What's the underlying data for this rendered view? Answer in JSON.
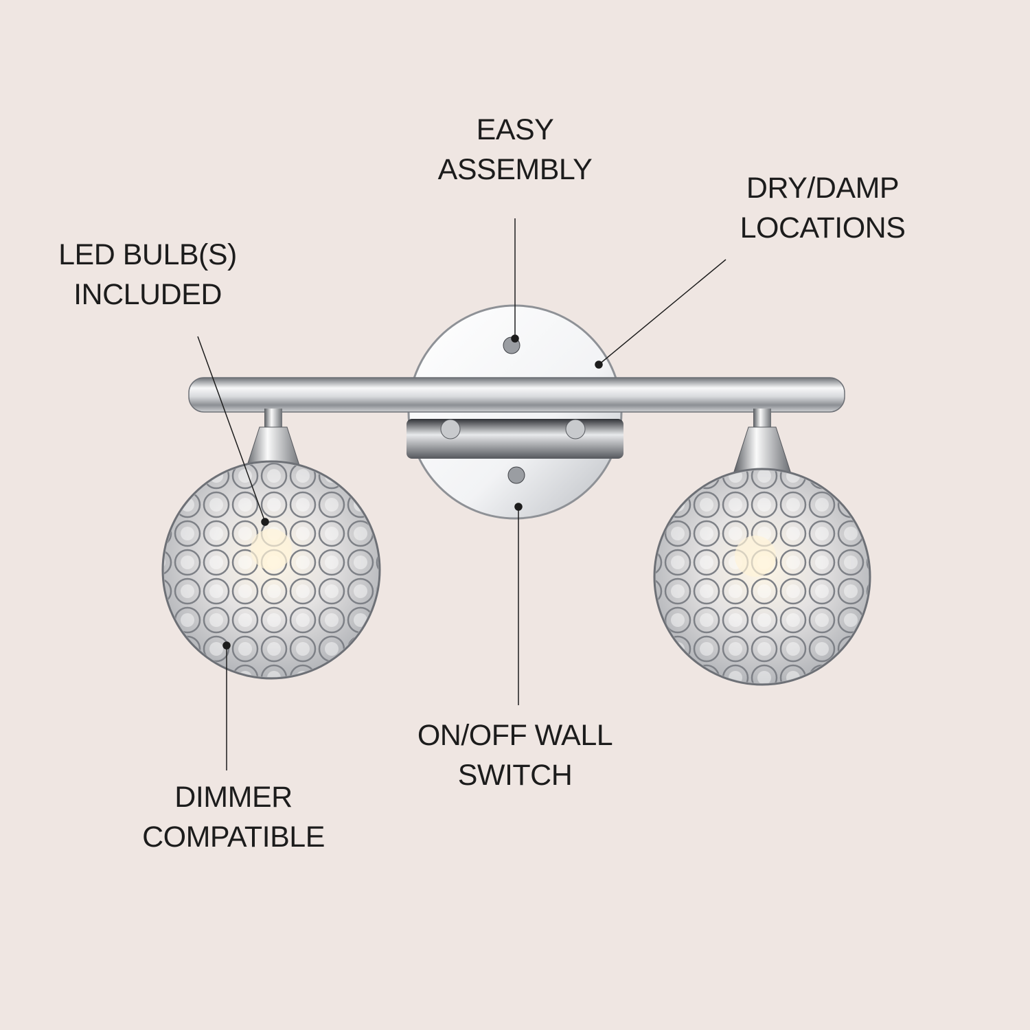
{
  "callouts": {
    "easy_assembly": {
      "line1": "EASY",
      "line2": "ASSEMBLY"
    },
    "dry_damp": {
      "line1": "DRY/DAMP",
      "line2": "LOCATIONS"
    },
    "led_bulbs": {
      "line1": "LED BULB(S)",
      "line2": "INCLUDED"
    },
    "dimmer": {
      "line1": "DIMMER",
      "line2": "COMPATIBLE"
    },
    "switch": {
      "line1": "ON/OFF WALL",
      "line2": "SWITCH"
    }
  },
  "colors": {
    "background": "#efe6e2",
    "text": "#1c1c1c",
    "chrome": "#c9ccd0"
  }
}
